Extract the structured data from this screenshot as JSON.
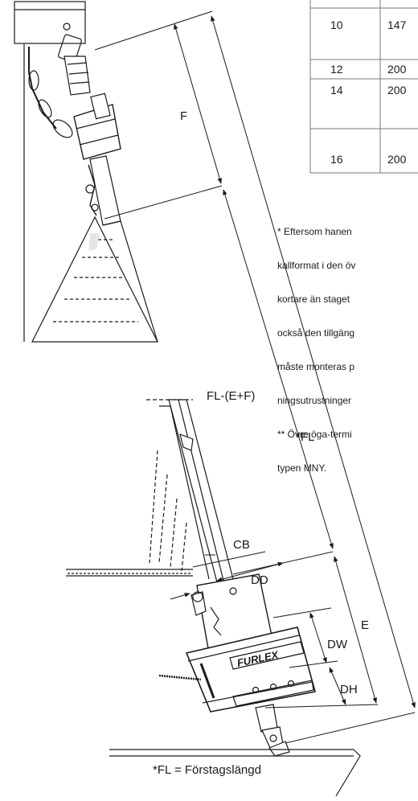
{
  "labels": {
    "f": "F",
    "fl_minus": "FL-(E+F)",
    "fl": "*FL",
    "cb": "CB",
    "dd": "DD",
    "dw": "DW",
    "e": "E",
    "dh": "DH",
    "brand": "FURLEX",
    "caption": "*FL = Förstagslängd"
  },
  "table": {
    "rows": [
      {
        "size": "10",
        "value": "147"
      },
      {
        "size": "12",
        "value": "200"
      },
      {
        "size": "14",
        "value": "200"
      },
      {
        "size": "16",
        "value": "200"
      }
    ]
  },
  "footnote": {
    "lines": [
      "* Eftersom hanen",
      "kallformat i den öv",
      "kortare än staget",
      "också den tillgäng",
      "måste monteras p",
      "ningsutrustninger",
      "** Övre öga-termi",
      "typen MNY."
    ]
  }
}
